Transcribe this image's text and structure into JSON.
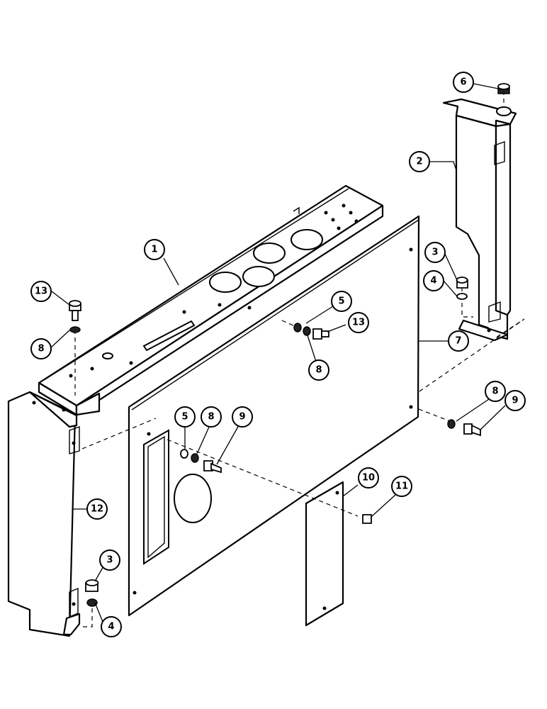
{
  "callouts": [
    {
      "id": "c1",
      "label": "1"
    },
    {
      "id": "c2",
      "label": "2"
    },
    {
      "id": "c3a",
      "label": "3"
    },
    {
      "id": "c3b",
      "label": "3"
    },
    {
      "id": "c4a",
      "label": "4"
    },
    {
      "id": "c4b",
      "label": "4"
    },
    {
      "id": "c5a",
      "label": "5"
    },
    {
      "id": "c5b",
      "label": "5"
    },
    {
      "id": "c6",
      "label": "6"
    },
    {
      "id": "c7",
      "label": "7"
    },
    {
      "id": "c8a",
      "label": "8"
    },
    {
      "id": "c8b",
      "label": "8"
    },
    {
      "id": "c8c",
      "label": "8"
    },
    {
      "id": "c8d",
      "label": "8"
    },
    {
      "id": "c9a",
      "label": "9"
    },
    {
      "id": "c9b",
      "label": "9"
    },
    {
      "id": "c10",
      "label": "10"
    },
    {
      "id": "c11",
      "label": "11"
    },
    {
      "id": "c12",
      "label": "12"
    },
    {
      "id": "c13a",
      "label": "13"
    },
    {
      "id": "c13b",
      "label": "13"
    }
  ]
}
